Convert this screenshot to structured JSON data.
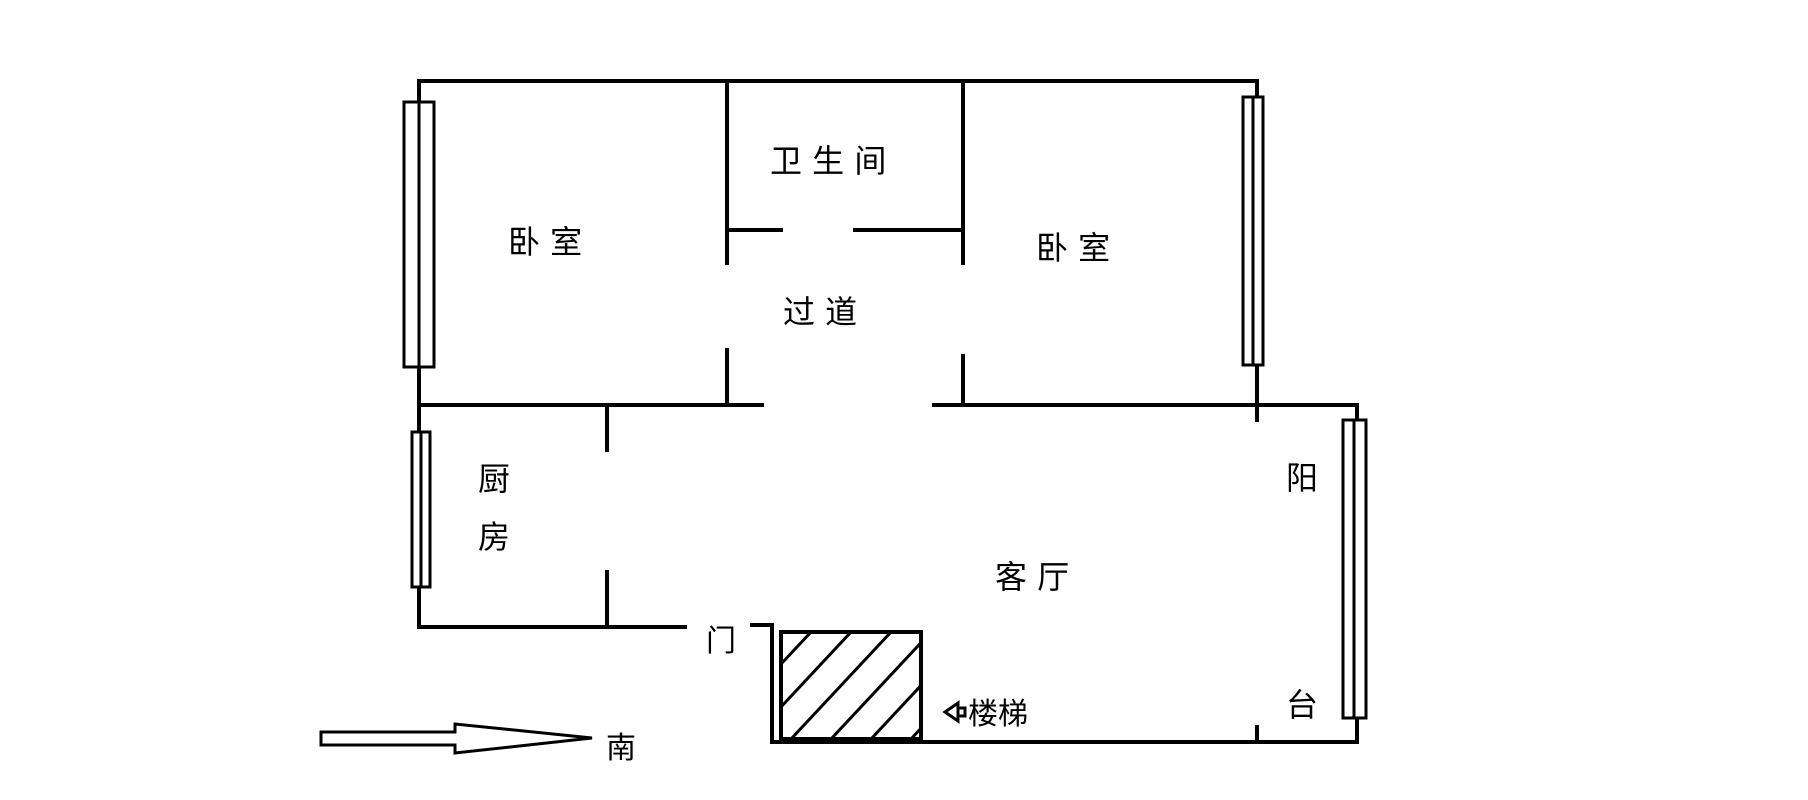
{
  "rooms": {
    "bedroom_left": "卧 室",
    "bathroom": "卫 生 间",
    "bedroom_right": "卧 室",
    "corridor": "过 道",
    "kitchen_1": "厨",
    "kitchen_2": "房",
    "living_room": "客   厅",
    "balcony_1": "阳",
    "balcony_2": "台"
  },
  "labels": {
    "door": "门",
    "stairs": "楼梯",
    "south": "南"
  },
  "colors": {
    "line": "#000000",
    "background": "#ffffff"
  }
}
